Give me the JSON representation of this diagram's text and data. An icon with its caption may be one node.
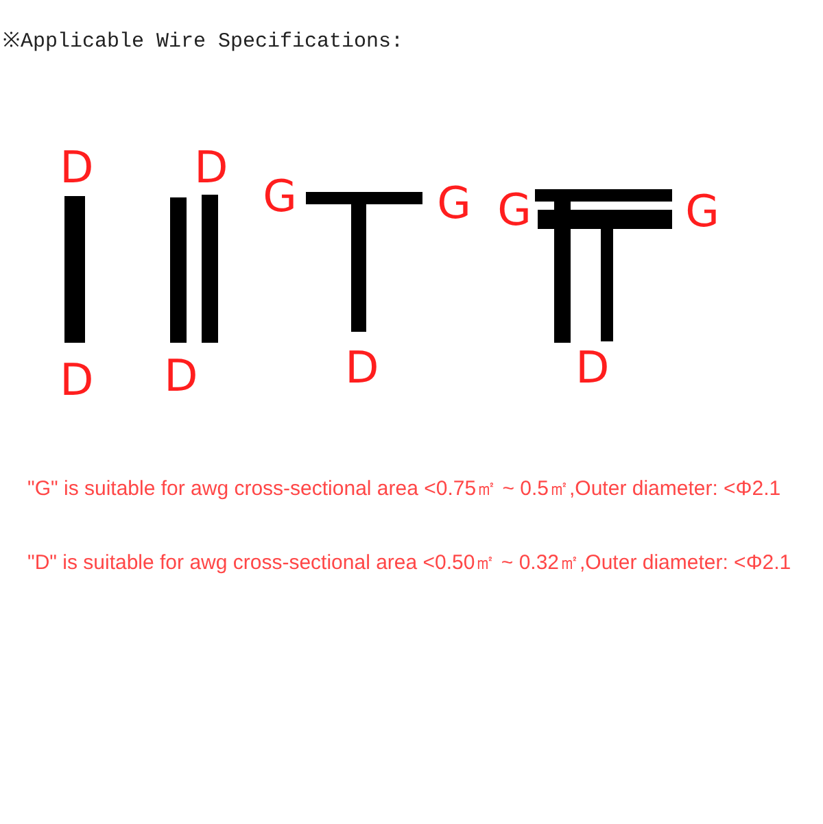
{
  "diagram": {
    "title": "※Applicable Wire Specifications:",
    "labels": [
      "D",
      "D",
      "G",
      "G",
      "G",
      "G",
      "D",
      "D",
      "D",
      "D",
      "\"G\" is suitable for awg cross-sectional area <0.75㎡ ~ 0.5㎡,Outer diameter: <Φ2.1",
      "\"D\" is suitable for awg cross-sectional area <0.50㎡ ~ 0.32㎡,Outer diameter: <Φ2.1"
    ]
  }
}
